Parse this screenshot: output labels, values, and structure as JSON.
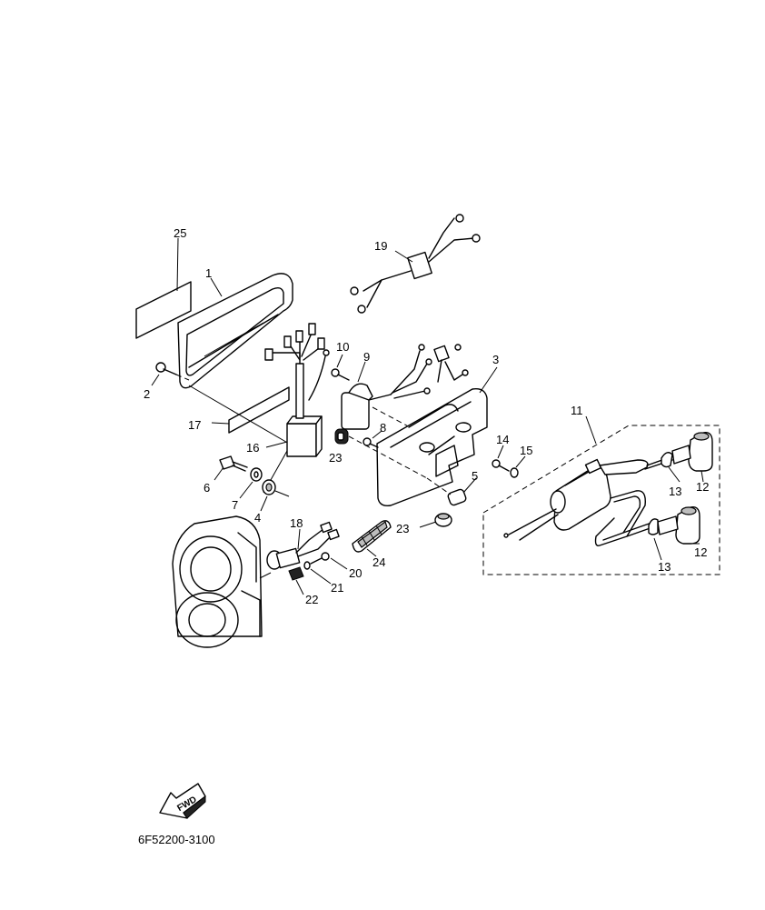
{
  "diagram": {
    "labels": {
      "p1": "1",
      "p2": "2",
      "p3": "3",
      "p4": "4",
      "p5": "5",
      "p6": "6",
      "p7": "7",
      "p8": "8",
      "p9": "9",
      "p10": "10",
      "p11": "11",
      "p12a": "12",
      "p12b": "12",
      "p13a": "13",
      "p13b": "13",
      "p14": "14",
      "p15": "15",
      "p16": "16",
      "p17": "17",
      "p18": "18",
      "p19": "19",
      "p20": "20",
      "p21": "21",
      "p22": "22",
      "p23a": "23",
      "p23b": "23",
      "p24": "24",
      "p25": "25"
    },
    "fwd_label": "FWD",
    "figure_code": "6F52200-3100"
  }
}
